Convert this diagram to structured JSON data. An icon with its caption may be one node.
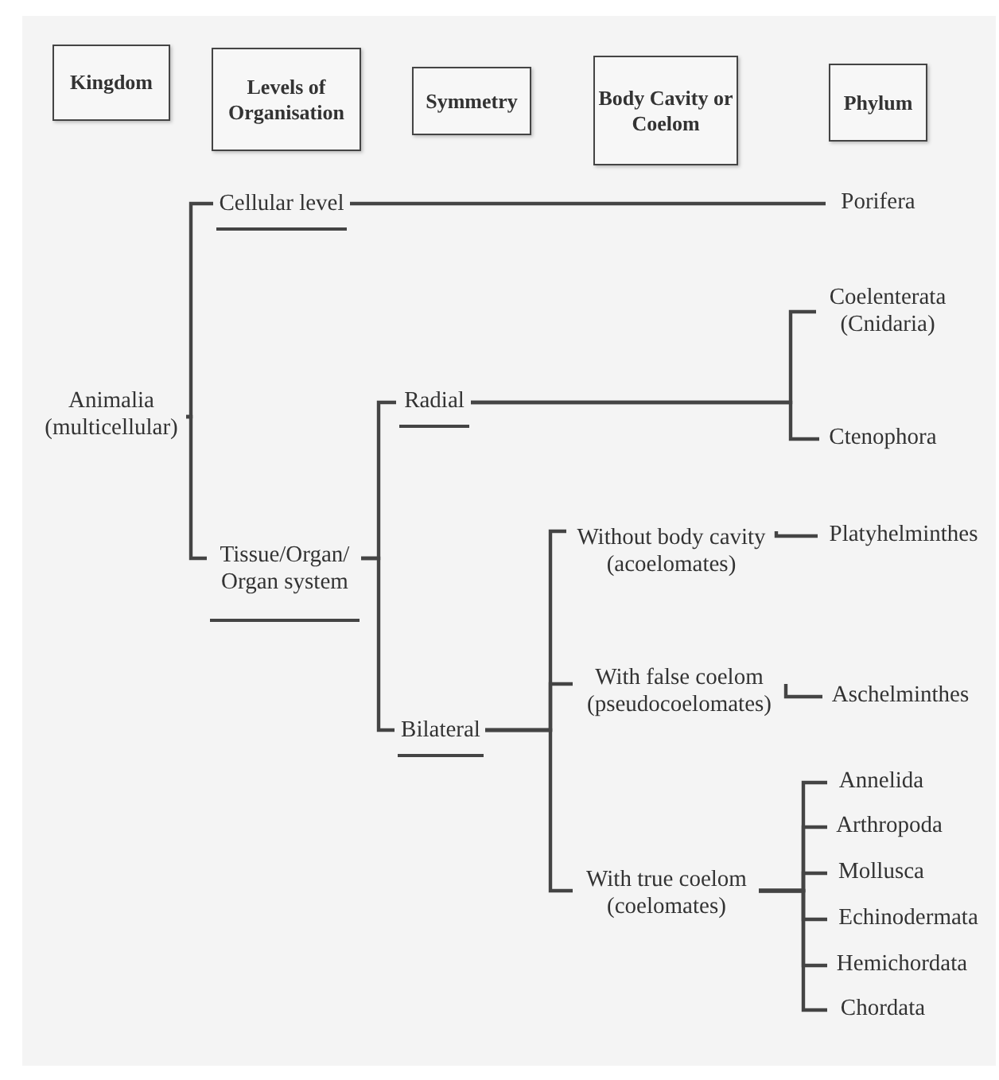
{
  "diagram": {
    "nodes": [
      {
        "text": [
          "Kingdom"
        ]
      },
      {
        "text": [
          "Levels of Organisation"
        ]
      },
      {
        "text": [
          "Symmetry"
        ]
      },
      {
        "text": [
          "Body Cavity or Coelom"
        ]
      },
      {
        "text": [
          "Phylum"
        ]
      },
      {
        "text": [
          "Animalia (multicellular)"
        ]
      },
      {
        "text": [
          "Cellular level"
        ]
      },
      {
        "text": [
          "Porifera"
        ]
      },
      {
        "text": [
          "Coelenterata (Cnidaria)"
        ]
      },
      {
        "text": [
          "Radial"
        ]
      },
      {
        "text": [
          "Ctenophora"
        ]
      },
      {
        "text": [
          "Tissue/Organ/ Organ system"
        ]
      },
      {
        "text": [
          "Without body cavity (acoelomates)"
        ]
      },
      {
        "text": [
          "Platyhelminthes"
        ]
      },
      {
        "text": [
          "With false coelom (pseudocoelomates)"
        ]
      },
      {
        "text": [
          "Aschelminthes"
        ]
      },
      {
        "text": [
          "Bilateral"
        ]
      },
      {
        "text": [
          "Annelida"
        ]
      },
      {
        "text": [
          "Arthropoda"
        ]
      },
      {
        "text": [
          "Mollusca"
        ]
      },
      {
        "text": [
          "With true coelom (coelomates)"
        ]
      },
      {
        "text": [
          "Echinodermata"
        ]
      },
      {
        "text": [
          "Hemichordata"
        ]
      },
      {
        "text": [
          "Chordata"
        ]
      }
    ],
    "edges": [
      {
        "from": 5,
        "to": 6,
        "arrow": "none"
      },
      {
        "from": 5,
        "to": 11,
        "arrow": "none"
      },
      {
        "from": 6,
        "to": 7,
        "arrow": "none"
      },
      {
        "from": 11,
        "to": 9,
        "arrow": "none"
      },
      {
        "from": 11,
        "to": 16,
        "arrow": "none"
      },
      {
        "from": 9,
        "to": 8,
        "arrow": "none"
      },
      {
        "from": 9,
        "to": 10,
        "arrow": "none"
      },
      {
        "from": 16,
        "to": 12,
        "arrow": "none"
      },
      {
        "from": 16,
        "to": 14,
        "arrow": "none"
      },
      {
        "from": 16,
        "to": 20,
        "arrow": "none"
      },
      {
        "from": 12,
        "to": 13,
        "arrow": "none"
      },
      {
        "from": 14,
        "to": 15,
        "arrow": "none"
      },
      {
        "from": 20,
        "to": 17,
        "arrow": "none"
      },
      {
        "from": 20,
        "to": 18,
        "arrow": "none"
      },
      {
        "from": 20,
        "to": 19,
        "arrow": "none"
      },
      {
        "from": 20,
        "to": 21,
        "arrow": "none"
      },
      {
        "from": 20,
        "to": 22,
        "arrow": "none"
      },
      {
        "from": 20,
        "to": 23,
        "arrow": "none"
      }
    ]
  }
}
